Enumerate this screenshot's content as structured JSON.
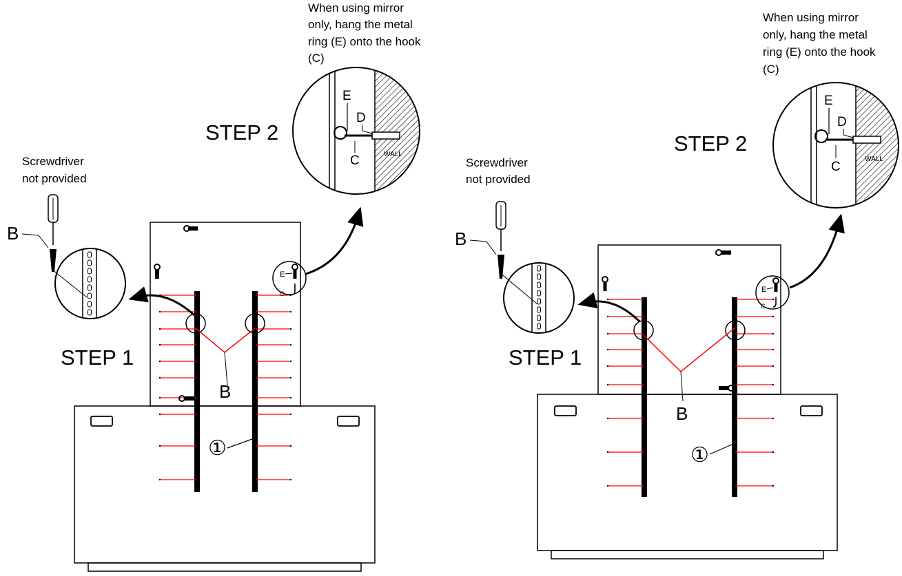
{
  "diagrams": [
    {
      "step1_label": "STEP 1",
      "step2_label": "STEP 2",
      "mirror_note": [
        "When using mirror",
        "only, hang the metal",
        "ring (E) onto the hook",
        "(C)"
      ],
      "screwdriver_note": [
        "Screwdriver",
        "not provided"
      ],
      "callouts": {
        "b_screw": "B",
        "b_wire": "B",
        "part_number": "①",
        "e": "E",
        "d": "D",
        "c": "C",
        "wall": "WALL",
        "e_small": "E",
        "c_small": "C"
      },
      "icons": [
        "screwdriver-icon",
        "screw-icon",
        "hook-icon",
        "metal-ring-icon",
        "wall-anchor-icon"
      ]
    },
    {
      "step1_label": "STEP 1",
      "step2_label": "STEP 2",
      "mirror_note": [
        "When using mirror",
        "only, hang the metal",
        "ring (E) onto the hook",
        "(C)"
      ],
      "screwdriver_note": [
        "Screwdriver",
        "not provided"
      ],
      "callouts": {
        "b_screw": "B",
        "b_wire": "B",
        "part_number": "①",
        "e": "E",
        "d": "D",
        "c": "C",
        "wall": "WALL",
        "e_small": "E",
        "c_small": "C"
      },
      "icons": [
        "screwdriver-icon",
        "screw-icon",
        "hook-icon",
        "metal-ring-icon",
        "wall-anchor-icon"
      ]
    }
  ],
  "colors": {
    "line": "#000000",
    "wire": "#ff0000"
  }
}
